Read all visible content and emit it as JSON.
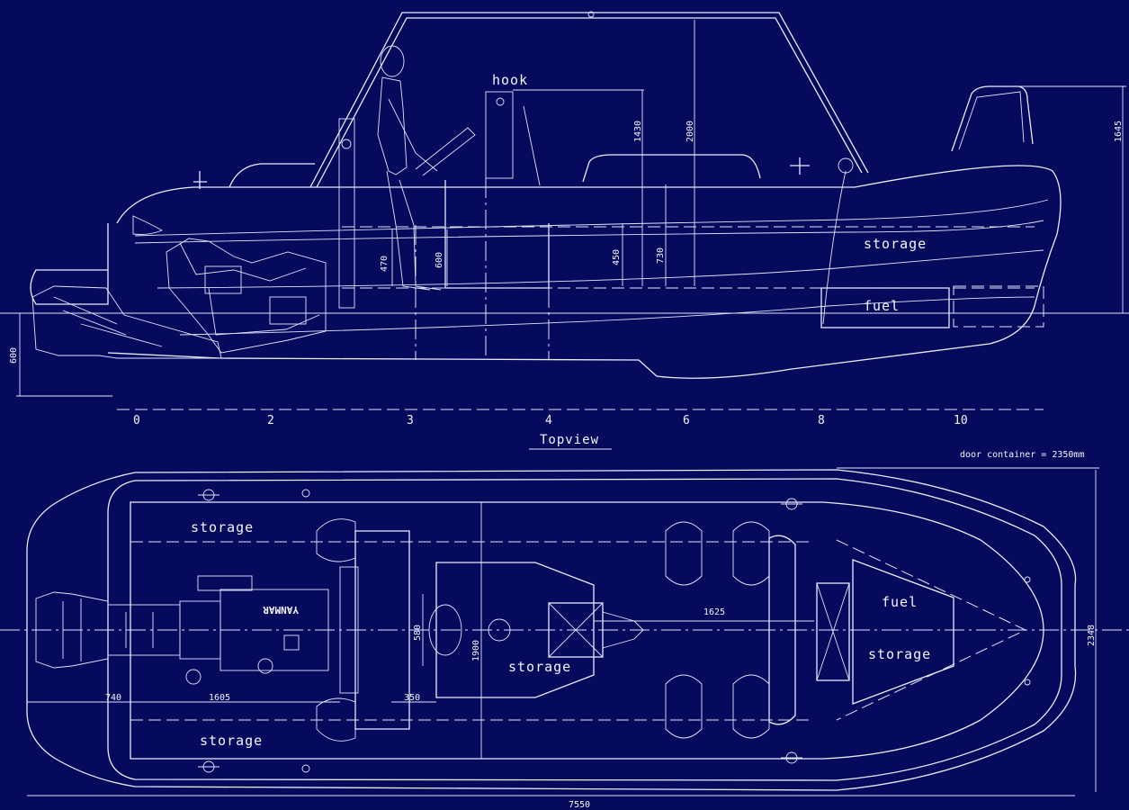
{
  "side_view": {
    "labels": {
      "hook": "hook",
      "storage": "storage",
      "fuel": "fuel"
    },
    "dimensions": {
      "d1430": "1430",
      "d2000": "2000",
      "d1645": "1645",
      "d470": "470",
      "d600_inner": "600",
      "d450": "450",
      "d730": "730",
      "d600_left": "600"
    },
    "scale_ticks": [
      "0",
      "2",
      "3",
      "4",
      "6",
      "8",
      "10"
    ]
  },
  "top_view": {
    "title": "Topview",
    "note": "door container = 2350mm",
    "labels": {
      "storage_top": "storage",
      "storage_bottom": "storage",
      "storage_center": "storage",
      "storage_bow": "storage",
      "fuel": "fuel",
      "engine_brand": "YANMAR"
    },
    "dimensions": {
      "d1625": "1625",
      "d580": "580",
      "d1900": "1900",
      "d740": "740",
      "d1605": "1605",
      "d350": "350",
      "d2348": "2348",
      "d7550": "7550"
    }
  }
}
